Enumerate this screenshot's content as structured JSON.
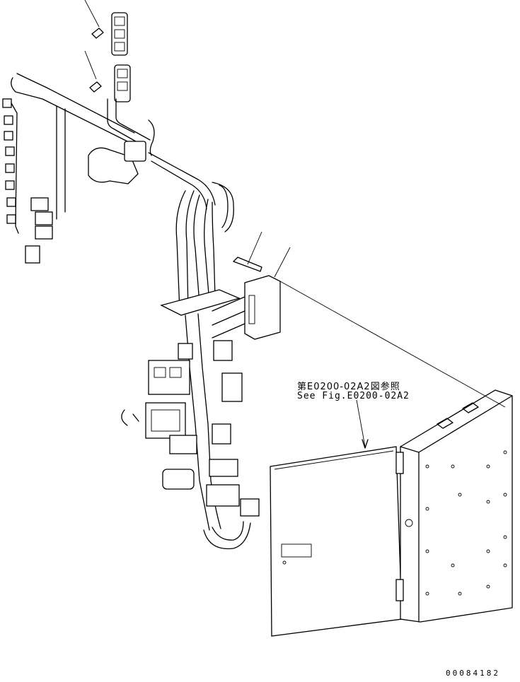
{
  "reference": {
    "japanese": "第E0200-02A2図参照",
    "english": "See Fig.E0200-02A2"
  },
  "drawing_number": "00084182"
}
